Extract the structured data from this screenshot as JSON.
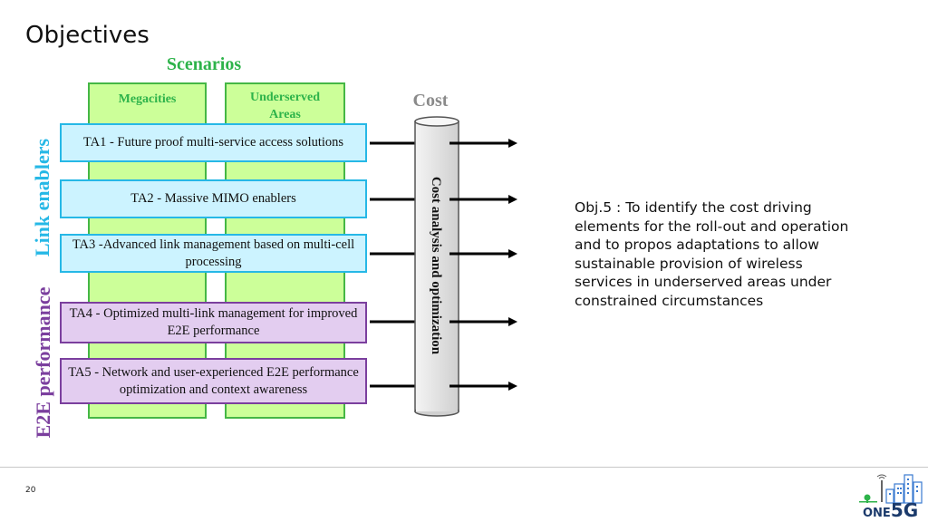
{
  "title": "Objectives",
  "scenarios": {
    "title": "Scenarios",
    "columns": [
      "Megacities",
      "Underserved Areas"
    ]
  },
  "labels": {
    "link_enablers": "Link enablers",
    "e2e_performance": "E2E performance"
  },
  "tas": [
    {
      "text": "TA1 - Future proof multi-service access solutions",
      "group": "link"
    },
    {
      "text": "TA2 - Massive MIMO enablers",
      "group": "link"
    },
    {
      "text": "TA3 -Advanced link management based on multi-cell processing",
      "group": "link"
    },
    {
      "text": "TA4 - Optimized multi-link management for improved E2E performance",
      "group": "e2e"
    },
    {
      "text": "TA5 - Network and user-experienced E2E performance optimization and context awareness",
      "group": "e2e"
    }
  ],
  "cost": {
    "title": "Cost",
    "cylinder_text": "Cost analysis and optimization"
  },
  "objective_text": "Obj.5 : To identify the cost driving elements for the roll-out and operation and to propos adaptations to allow sustainable provision of wireless services in underserved areas under constrained circumstances",
  "page_number": "20",
  "logo": {
    "text_one": "ONE",
    "text_5g": "5G"
  },
  "colors": {
    "green": "#2db34a",
    "link_blue": "#26b8e6",
    "e2e_purple": "#7b3f9e",
    "column_fill": "#ccff99"
  }
}
